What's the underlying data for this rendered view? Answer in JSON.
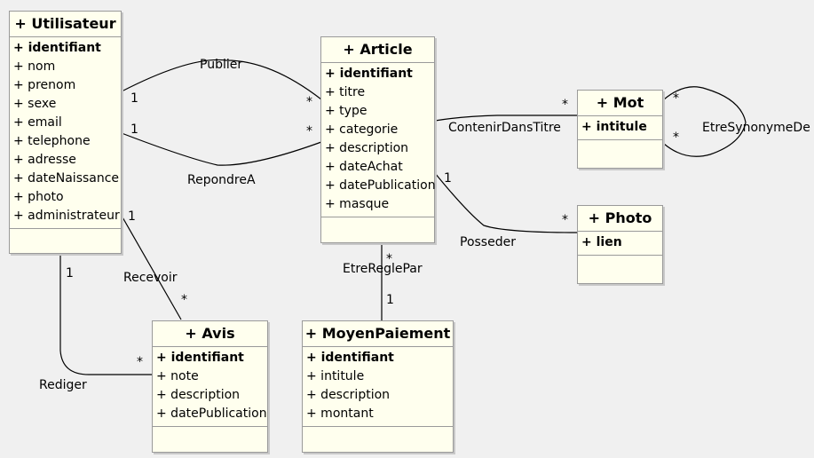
{
  "classes": {
    "utilisateur": {
      "name": "+ Utilisateur",
      "attributes": [
        "+ identifiant",
        "+ nom",
        "+ prenom",
        "+ sexe",
        "+ email",
        "+ telephone",
        "+ adresse",
        "+ dateNaissance",
        "+ photo",
        "+ administrateur"
      ]
    },
    "article": {
      "name": "+ Article",
      "attributes": [
        "+ identifiant",
        "+ titre",
        "+ type",
        "+ categorie",
        "+ description",
        "+ dateAchat",
        "+ datePublication",
        "+ masque"
      ]
    },
    "mot": {
      "name": "+ Mot",
      "attributes": [
        "+ intitule"
      ]
    },
    "photo": {
      "name": "+ Photo",
      "attributes": [
        "+ lien"
      ]
    },
    "avis": {
      "name": "+ Avis",
      "attributes": [
        "+ identifiant",
        "+ note",
        "+ description",
        "+ datePublication"
      ]
    },
    "moyenPaiement": {
      "name": "+ MoyenPaiement",
      "attributes": [
        "+ identifiant",
        "+ intitule",
        "+ description",
        "+ montant"
      ]
    }
  },
  "associations": {
    "publier": {
      "name": "Publier",
      "from_mult": "1",
      "to_mult": "*"
    },
    "repondreA": {
      "name": "RepondreA",
      "from_mult": "1",
      "to_mult": "*"
    },
    "recevoir": {
      "name": "Recevoir",
      "from_mult": "1",
      "to_mult": "*"
    },
    "rediger": {
      "name": "Rediger",
      "from_mult": "1",
      "to_mult": "*"
    },
    "contenirDansTitre": {
      "name": "ContenirDansTitre",
      "to_mult": "*"
    },
    "etreSynonymeDe": {
      "name": "EtreSynonymeDe",
      "from_mult": "*",
      "to_mult": "*"
    },
    "posseder": {
      "name": "Posseder",
      "from_mult": "1",
      "to_mult": "*"
    },
    "etreReglePar": {
      "name": "EtreReglePar",
      "from_mult": "*",
      "to_mult": "1"
    }
  },
  "colors": {
    "class_fill": "#ffffee",
    "class_border": "#9a9a9a",
    "line": "#000000",
    "background": "#f0f0f0"
  }
}
